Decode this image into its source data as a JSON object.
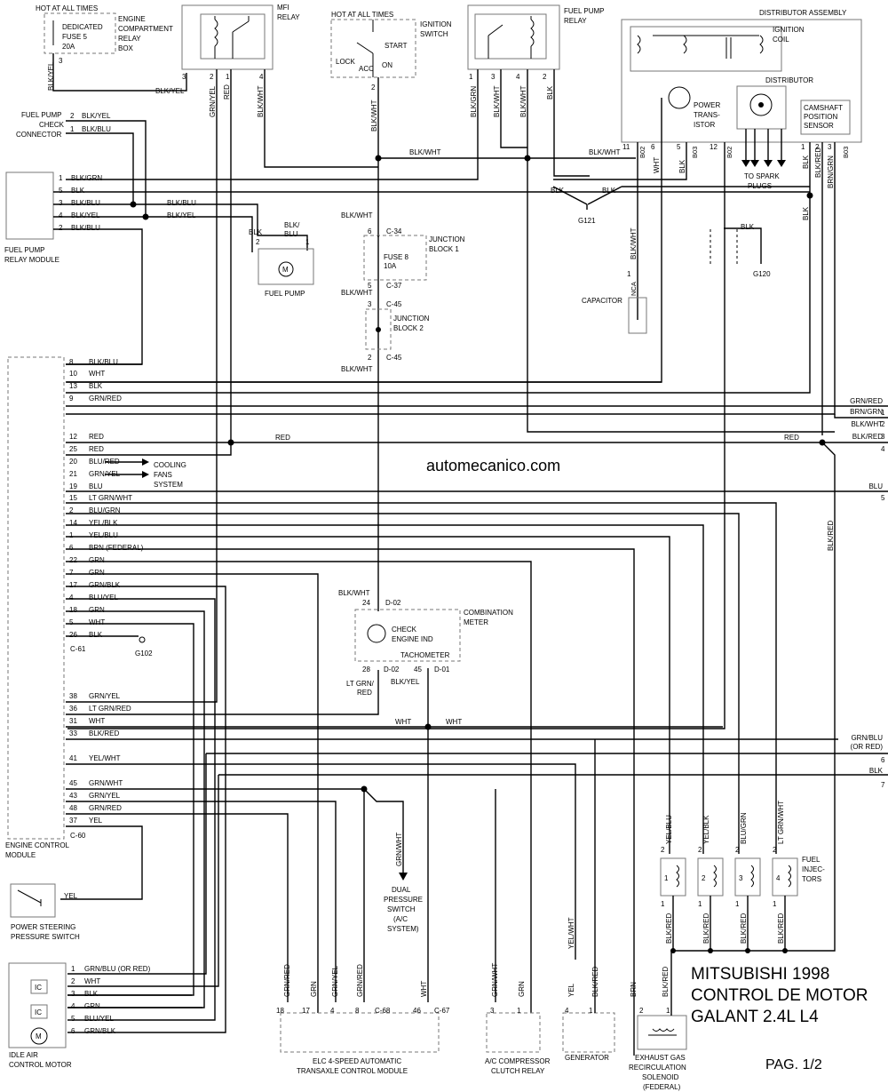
{
  "watermark": "automecanico.com",
  "title": {
    "line1": "MITSUBISHI 1998",
    "line2": "CONTROL DE MOTOR",
    "line3": "GALANT 2.4L L4"
  },
  "page_label": "PAG. 1/2",
  "ecm": {
    "label_line1": "ENGINE CONTROL",
    "label_line2": "MODULE",
    "pins": [
      {
        "pin": "8",
        "wire": "BLK/BLU"
      },
      {
        "pin": "10",
        "wire": "WHT"
      },
      {
        "pin": "13",
        "wire": "BLK"
      },
      {
        "pin": "9",
        "wire": "GRN/RED"
      },
      {
        "pin": "12",
        "wire": "RED"
      },
      {
        "pin": "25",
        "wire": "RED"
      },
      {
        "pin": "20",
        "wire": "BLU/RED"
      },
      {
        "pin": "21",
        "wire": "GRN/YEL"
      },
      {
        "pin": "19",
        "wire": "BLU"
      },
      {
        "pin": "15",
        "wire": "LT GRN/WHT"
      },
      {
        "pin": "2",
        "wire": "BLU/GRN"
      },
      {
        "pin": "14",
        "wire": "YEL/BLK"
      },
      {
        "pin": "1",
        "wire": "YEL/BLU"
      },
      {
        "pin": "6",
        "wire": "BRN    (FEDERAL)"
      },
      {
        "pin": "22",
        "wire": "GRN"
      },
      {
        "pin": "7",
        "wire": "GRN"
      },
      {
        "pin": "17",
        "wire": "GRN/BLK"
      },
      {
        "pin": "4",
        "wire": "BLU/YEL"
      },
      {
        "pin": "18",
        "wire": "GRN"
      },
      {
        "pin": "5",
        "wire": "WHT"
      },
      {
        "pin": "26",
        "wire": "BLK"
      },
      {
        "pin": "38",
        "wire": "GRN/YEL"
      },
      {
        "pin": "36",
        "wire": "LT GRN/RED"
      },
      {
        "pin": "31",
        "wire": "WHT"
      },
      {
        "pin": "33",
        "wire": "BLK/RED"
      },
      {
        "pin": "41",
        "wire": "YEL/WHT"
      },
      {
        "pin": "45",
        "wire": "GRN/WHT"
      },
      {
        "pin": "43",
        "wire": "GRN/YEL"
      },
      {
        "pin": "48",
        "wire": "GRN/RED"
      },
      {
        "pin": "37",
        "wire": "YEL"
      }
    ],
    "conn_top": "C-61",
    "conn_bottom": "C-60",
    "cooling_fans": [
      "COOLING",
      "FANS",
      "SYSTEM"
    ],
    "g102": "G102"
  },
  "fuse_box": {
    "hot": "HOT AT ALL TIMES",
    "fuse_label": [
      "DEDICATED",
      "FUSE 5",
      "20A"
    ],
    "box_label": [
      "ENGINE",
      "COMPARTMENT",
      "RELAY",
      "BOX"
    ],
    "pin": "3",
    "wire": "BLK/YEL"
  },
  "mfi_relay": {
    "label": [
      "MFI",
      "RELAY"
    ],
    "pins": [
      "3",
      "2",
      "1",
      "4"
    ],
    "wires": [
      "BLK/YEL",
      "GRN/YEL",
      "RED",
      "BLK/WHT"
    ]
  },
  "ignition_switch": {
    "hot": "HOT AT ALL TIMES",
    "label": [
      "IGNITION",
      "SWITCH"
    ],
    "positions": [
      "START",
      "LOCK",
      "ACC",
      "ON"
    ],
    "pin": "2",
    "wire": "BLK/WHT"
  },
  "fuel_pump_relay": {
    "label": [
      "FUEL PUMP",
      "RELAY"
    ],
    "pins": [
      "1",
      "3",
      "4",
      "2"
    ],
    "wires": [
      "BLK/GRN",
      "BLK/WHT",
      "BLK/WHT",
      "BLK"
    ]
  },
  "distributor": {
    "assembly": "DISTRIBUTOR ASSEMBLY",
    "coil": [
      "IGNITION",
      "COIL"
    ],
    "distributor": "DISTRIBUTOR",
    "transistor": [
      "POWER",
      "TRANS-",
      "ISTOR"
    ],
    "camshaft": [
      "CAMSHAFT",
      "POSITION",
      "SENSOR"
    ],
    "spark": [
      "TO SPARK",
      "PLUGS"
    ],
    "pins": [
      "11",
      "6",
      "5",
      "12",
      "1",
      "2",
      "3"
    ],
    "conns": [
      "B02",
      "B03",
      "B02",
      "B03"
    ],
    "wires": [
      "BLK/WHT",
      "WHT",
      "BLK",
      "BLK",
      "BLK/RED",
      "BRN/GRN"
    ]
  },
  "grounds": [
    "G121",
    "G120"
  ],
  "fuel_pump_check": {
    "label": [
      "FUEL PUMP",
      "CHECK",
      "CONNECTOR"
    ],
    "pins": [
      {
        "pin": "2",
        "wire": "BLK/YEL"
      },
      {
        "pin": "1",
        "wire": "BLK/BLU"
      }
    ]
  },
  "fuel_pump_relay_module": {
    "label": [
      "FUEL PUMP",
      "RELAY MODULE"
    ],
    "pins": [
      {
        "pin": "1",
        "wire": "BLK/GRN"
      },
      {
        "pin": "5",
        "wire": "BLK"
      },
      {
        "pin": "3",
        "wire": "BLK/BLU"
      },
      {
        "pin": "4",
        "wire": "BLK/YEL"
      },
      {
        "pin": "2",
        "wire": "BLK/BLU"
      }
    ],
    "wire_mid1": "BLK/BLU",
    "wire_mid2": "BLK/YEL"
  },
  "fuel_pump": {
    "label": "FUEL PUMP",
    "pins": [
      "2",
      "1"
    ],
    "wires": [
      "BLK",
      "BLK/",
      "BLU"
    ]
  },
  "junction1": {
    "label": [
      "JUNCTION",
      "BLOCK 1"
    ],
    "fuse": [
      "FUSE 8",
      "10A"
    ],
    "pins": [
      "6",
      "5"
    ],
    "conns": [
      "C-34",
      "C-37"
    ],
    "wire_in": "BLK/WHT"
  },
  "junction2": {
    "label": [
      "JUNCTION",
      "BLOCK 2"
    ],
    "pins": [
      "3",
      "2"
    ],
    "conns": [
      "C-45",
      "C-45"
    ]
  },
  "bus_labels": {
    "blk_wht_top": "BLK/WHT",
    "blk_wht_right": "BLK/WHT",
    "blk_left": "BLK",
    "blk_right": "BLK",
    "blk_wht_j1": "BLK/WHT",
    "blk_wht_j2out": "BLK/WHT",
    "red_mid": "RED",
    "red_right": "RED",
    "wht_left": "WHT",
    "wht_right": "WHT",
    "blk_red_vert": "BLK/RED",
    "blk_g120": "BLK",
    "blk_vert": "BLK"
  },
  "capacitor": {
    "label": "CAPACITOR",
    "pin": "1",
    "conn": "NCA",
    "wire": "BLK/WHT"
  },
  "right_edge": [
    {
      "wire": "GRN/RED",
      "num": "1"
    },
    {
      "wire": "BRN/GRN",
      "num": "2"
    },
    {
      "wire": "BLK/WHT",
      "num": "3"
    },
    {
      "wire": "BLK/RED",
      "num": "4"
    },
    {
      "wire": "BLU",
      "num": "5"
    },
    {
      "wire": "GRN/BLU",
      "wire2": "(OR RED)",
      "num": "6"
    },
    {
      "wire": "BLK",
      "num": "7"
    }
  ],
  "combination_meter": {
    "label": [
      "COMBINATION",
      "METER"
    ],
    "check": [
      "CHECK",
      "ENGINE IND"
    ],
    "tach": "TACHOMETER",
    "pins": [
      "24",
      "28",
      "45"
    ],
    "conns": [
      "D-02",
      "D-02",
      "D-01"
    ],
    "wire_in": "BLK/WHT",
    "wires_out": [
      "LT GRN/",
      "RED",
      "BLK/YEL"
    ]
  },
  "dual_pressure": {
    "label": [
      "DUAL",
      "PRESSURE",
      "SWITCH",
      "(A/C",
      "SYSTEM)"
    ],
    "wire": "GRN/WHT"
  },
  "ps_switch": {
    "label": [
      "POWER STEERING",
      "PRESSURE SWITCH"
    ],
    "wire": "YEL"
  },
  "iac": {
    "label": [
      "IDLE AIR",
      "CONTROL MOTOR"
    ],
    "ic": "IC",
    "motor": "M",
    "pins": [
      {
        "pin": "1",
        "wire": "GRN/BLU (OR RED)"
      },
      {
        "pin": "2",
        "wire": "WHT"
      },
      {
        "pin": "3",
        "wire": "BLK"
      },
      {
        "pin": "4",
        "wire": "GRN"
      },
      {
        "pin": "5",
        "wire": "BLU/YEL"
      },
      {
        "pin": "6",
        "wire": "GRN/BLK"
      }
    ]
  },
  "tcm": {
    "label": [
      "ELC 4-SPEED AUTOMATIC",
      "TRANSAXLE CONTROL MODULE"
    ],
    "pins": [
      "18",
      "17",
      "4",
      "8",
      "46"
    ],
    "conns": [
      "C-68",
      "C-67"
    ],
    "wires": [
      "GRN/RED",
      "GRN",
      "GRN/YEL",
      "GRN/RED",
      "WHT"
    ]
  },
  "ac_relay": {
    "label": [
      "A/C COMPRESSOR",
      "CLUTCH RELAY"
    ],
    "pins": [
      "3",
      "1"
    ],
    "wires": [
      "GRN/WHT",
      "GRN"
    ]
  },
  "generator": {
    "label": "GENERATOR",
    "pins": [
      "4",
      "1"
    ],
    "wires": [
      "YEL/WHT",
      "YEL",
      "BLK/RED"
    ]
  },
  "egr": {
    "label": [
      "EXHAUST GAS",
      "RECIRCULATION",
      "SOLENOID",
      "(FEDERAL)"
    ],
    "pins": [
      "2",
      "1"
    ],
    "wires": [
      "BRN",
      "BLK/RED"
    ]
  },
  "injectors": {
    "label": [
      "FUEL",
      "INJEC-",
      "TORS"
    ],
    "numbers": [
      "1",
      "2",
      "3",
      "4"
    ],
    "top_pins": [
      "2",
      "2",
      "2",
      "2"
    ],
    "top_wires": [
      "YEL/BLU",
      "YEL/BLK",
      "BLU/GRN",
      "LT GRN/WHT"
    ],
    "bottom_pins": [
      "1",
      "1",
      "1",
      "1"
    ],
    "bottom_wire": "BLK/RED"
  }
}
